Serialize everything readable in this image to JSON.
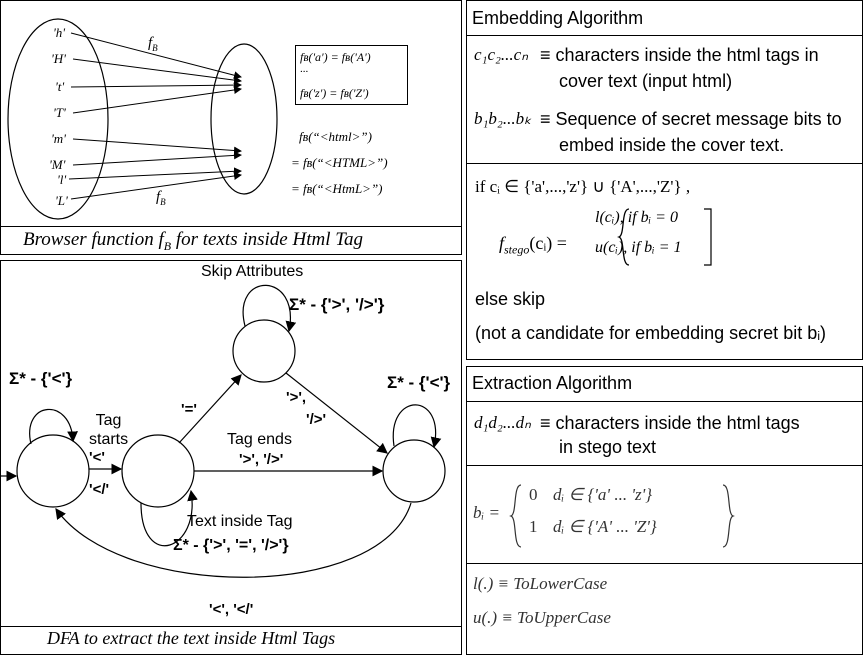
{
  "browser_panel": {
    "f_label_top": "f",
    "f_label_top_sub": "B",
    "f_label_bottom": "f",
    "f_label_bottom_sub": "B",
    "letters": [
      "'h'",
      "'H'",
      "'t'",
      "'T'",
      "'m'",
      "'M'",
      "'l'",
      "'L'"
    ],
    "equiv_line1": "fʙ('a') = fʙ('A')",
    "equiv_dots": "...",
    "equiv_line2": "fʙ('z') = fʙ('Z')",
    "html_line1": "fʙ(“<html>”)",
    "html_line2": "= fʙ(“<HTML>”)",
    "html_line3": "= fʙ(“<HtmL>”)",
    "caption": "Browser function f",
    "caption_sub": "B",
    "caption_tail": " for texts inside Html Tag"
  },
  "dfa_panel": {
    "skip_attributes": "Skip Attributes",
    "loop_top_label": "Σ* - {'>', '/>'}",
    "loop_left_label": "Σ* - {'<'}",
    "loop_right_label": "Σ* - {'<'}",
    "tag_starts": "Tag\nstarts",
    "lt_label": "'<'",
    "lt_slash_label": "'</'",
    "eq_label": "'='",
    "tag_ends": "Tag ends",
    "tag_ends_sym": "'>', '/>'",
    "skip_exit_label1": "'>',",
    "skip_exit_label2": "'/>'",
    "text_inside_tag": "Text inside Tag",
    "text_inside_sym": "Σ* - {'>', '=', '/>'}",
    "bottom_return": "'<', '</'",
    "caption": "DFA to extract the text inside Html Tags"
  },
  "embedding": {
    "title": "Embedding Algorithm",
    "c_seq": "c₁c₂...cₙ",
    "c_desc_l1": "≡ characters inside the html tags in",
    "c_desc_l2": "cover text (input html)",
    "b_seq": "b₁b₂...bₖ",
    "b_desc_l1": "≡ Sequence of secret message bits to",
    "b_desc_l2": "embed inside the cover text.",
    "if_line": "if  cᵢ ∈ {'a',...,'z'} ∪ {'A',...,'Z'} ,",
    "fstego": "f",
    "fstego_sub": "stego",
    "fstego_arg": "(cᵢ) =",
    "case1": "l(cᵢ),  if bᵢ = 0",
    "case2": "u(cᵢ),  if bᵢ = 1",
    "else_skip": "else  skip",
    "not_candidate": "(not a candidate for embedding secret bit bᵢ)"
  },
  "extraction": {
    "title": "Extraction Algorithm",
    "d_seq": "d₁d₂...dₙ",
    "d_desc_l1": "≡ characters inside the html tags",
    "d_desc_l2": "in stego text",
    "bi": "bᵢ =",
    "row1_val": "0",
    "row1_cond": "dᵢ ∈ {'a' ... 'z'}",
    "row2_val": "1",
    "row2_cond": "dᵢ ∈ {'A' ... 'Z'}",
    "lower_def": "l(.) ≡ ToLowerCase",
    "upper_def": "u(.) ≡ ToUpperCase"
  }
}
